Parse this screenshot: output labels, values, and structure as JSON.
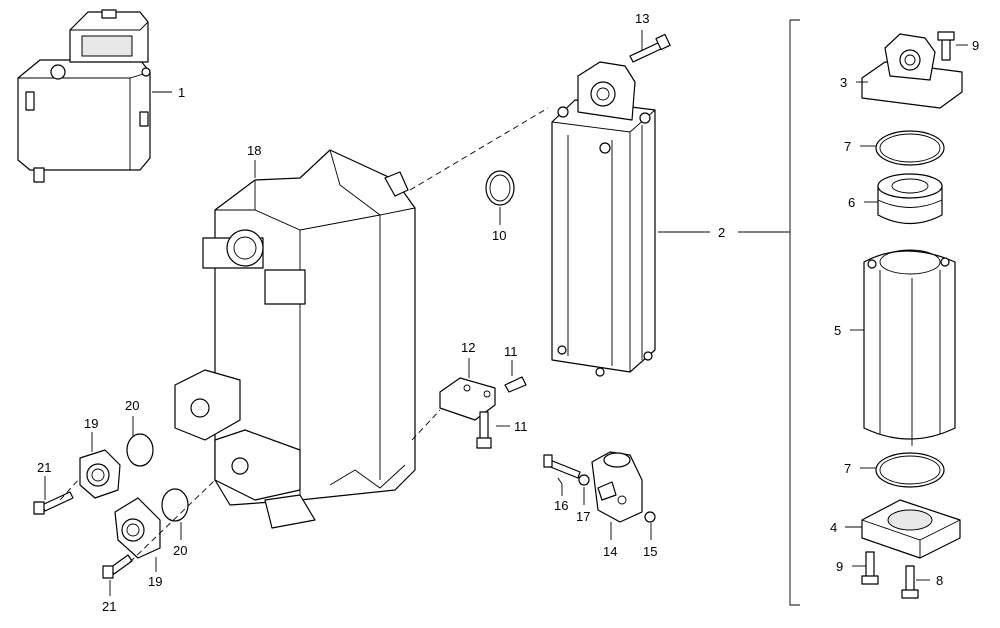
{
  "callouts": {
    "c1": "1",
    "c2": "2",
    "c3": "3",
    "c4": "4",
    "c5": "5",
    "c6": "6",
    "c7a": "7",
    "c7b": "7",
    "c8": "8",
    "c9a": "9",
    "c9b": "9",
    "c10": "10",
    "c11a": "11",
    "c11b": "11",
    "c12": "12",
    "c13": "13",
    "c14": "14",
    "c15": "15",
    "c16": "16",
    "c17": "17",
    "c18": "18",
    "c19a": "19",
    "c19b": "19",
    "c20a": "20",
    "c20b": "20",
    "c21a": "21",
    "c21b": "21"
  }
}
